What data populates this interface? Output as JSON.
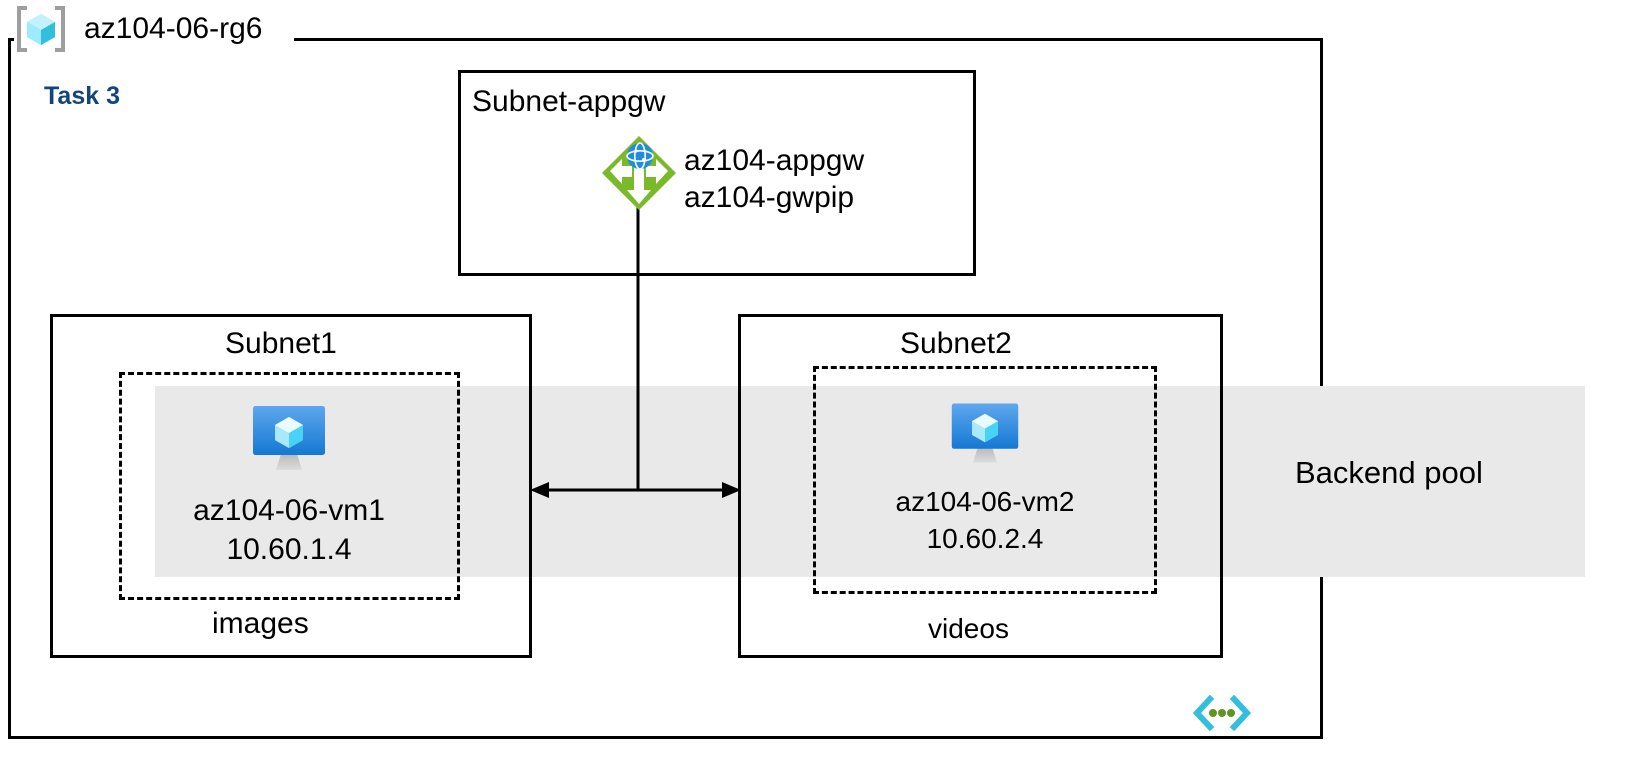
{
  "diagram": {
    "resource_group": {
      "name": "az104-06-rg6",
      "icon": "resource-group-icon"
    },
    "task_label": "Task 3",
    "backend_pool": {
      "label": "Backend pool",
      "band_color": "#E9E9E9"
    },
    "subnets": [
      {
        "id": "subnet-appgw",
        "title": "Subnet-appgw",
        "resources": [
          {
            "icon": "application-gateway-icon",
            "lines": [
              "az104-appgw",
              "az104-gwpip"
            ]
          }
        ]
      },
      {
        "id": "subnet1",
        "title": "Subnet1",
        "caption": "images",
        "vm": {
          "icon": "virtual-machine-icon",
          "name": "az104-06-vm1",
          "ip": "10.60.1.4"
        }
      },
      {
        "id": "subnet2",
        "title": "Subnet2",
        "caption": "videos",
        "vm": {
          "icon": "virtual-machine-icon",
          "name": "az104-06-vm2",
          "ip": "10.60.2.4"
        }
      }
    ],
    "vnet_icon": "virtual-network-icon",
    "colors": {
      "task_text": "#12467B",
      "appgw_green": "#7AB92A",
      "appgw_globe_blue": "#1F8CE0",
      "vm_monitor_blue": "#2E8DE0",
      "vm_cube_cyan": "#9EE4FA",
      "rg_icon_cyan": "#50E6FF",
      "rg_icon_bracket": "#9E9E9E",
      "vnet_bracket": "#32BEDD",
      "vnet_dot_green": "#5E9624",
      "band": "#E9E9E9",
      "line": "#000000"
    }
  }
}
